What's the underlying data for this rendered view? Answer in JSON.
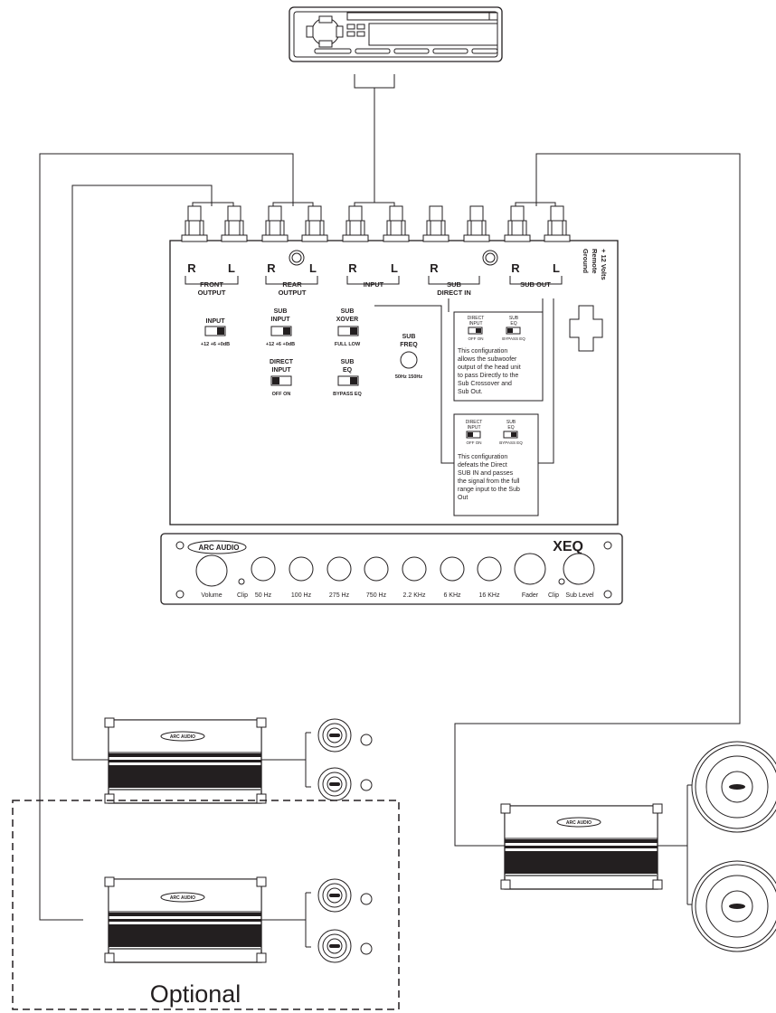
{
  "processor": {
    "outputs": [
      {
        "r": "R",
        "l": "L",
        "label1": "FRONT",
        "label2": "OUTPUT"
      },
      {
        "r": "R",
        "l": "L",
        "label1": "REAR",
        "label2": "OUTPUT"
      },
      {
        "r": "R",
        "l": "L",
        "label1": "INPUT",
        "label2": ""
      },
      {
        "r": "R",
        "l": "",
        "label1": "SUB",
        "label2": "DIRECT IN"
      },
      {
        "r": "R",
        "l": "L",
        "label1": "SUB OUT",
        "label2": ""
      }
    ],
    "power_terminals": [
      "+ 12 Volts",
      "Remote",
      "Ground"
    ],
    "switches": {
      "input": {
        "title": "INPUT",
        "scale": "+12  +6  +0dB"
      },
      "sub_input": {
        "title1": "SUB",
        "title2": "INPUT",
        "scale": "+12  +6  +0dB"
      },
      "sub_xover": {
        "title1": "SUB",
        "title2": "XOVER",
        "scale": "FULL   LOW"
      },
      "direct_input": {
        "title1": "DIRECT",
        "title2": "INPUT",
        "scale": "OFF   ON"
      },
      "sub_eq": {
        "title1": "SUB",
        "title2": "EQ",
        "scale": "BYPASS   EQ"
      },
      "sub_freq": {
        "title1": "SUB",
        "title2": "FREQ",
        "scale": "50Hz  150Hz"
      }
    },
    "config_boxes": [
      {
        "direct_title1": "DIRECT",
        "direct_title2": "INPUT",
        "direct_scale": "OFF  ON",
        "eq_title1": "SUB",
        "eq_title2": "EQ",
        "eq_scale": "BYPASS EQ",
        "lines": [
          "This configuration",
          "allows the subwoofer",
          "output of the head unit",
          "to pass Directly to the",
          "Sub Crossover and",
          "Sub Out."
        ]
      },
      {
        "direct_title1": "DIRECT",
        "direct_title2": "INPUT",
        "direct_scale": "OFF  ON",
        "eq_title1": "SUB",
        "eq_title2": "EQ",
        "eq_scale": "BYPASS EQ",
        "lines": [
          "This configuration",
          "defeats the Direct",
          "SUB IN and passes",
          "the signal from the full",
          "range input to the Sub",
          "Out"
        ]
      }
    ]
  },
  "eq_panel": {
    "brand": "ARC AUDIO",
    "model": "XEQ",
    "knob_labels": [
      "Volume",
      "Clip",
      "50 Hz",
      "100 Hz",
      "275 Hz",
      "750 Hz",
      "2.2 KHz",
      "6 KHz",
      "16 KHz",
      "Fader",
      "Clip",
      "Sub Level"
    ]
  },
  "amplifiers": {
    "badge": "ARC AUDIO"
  },
  "optional_label": "Optional",
  "colors": {
    "ink": "#231f20",
    "gray": "#7c7c7c",
    "background": "#ffffff"
  }
}
